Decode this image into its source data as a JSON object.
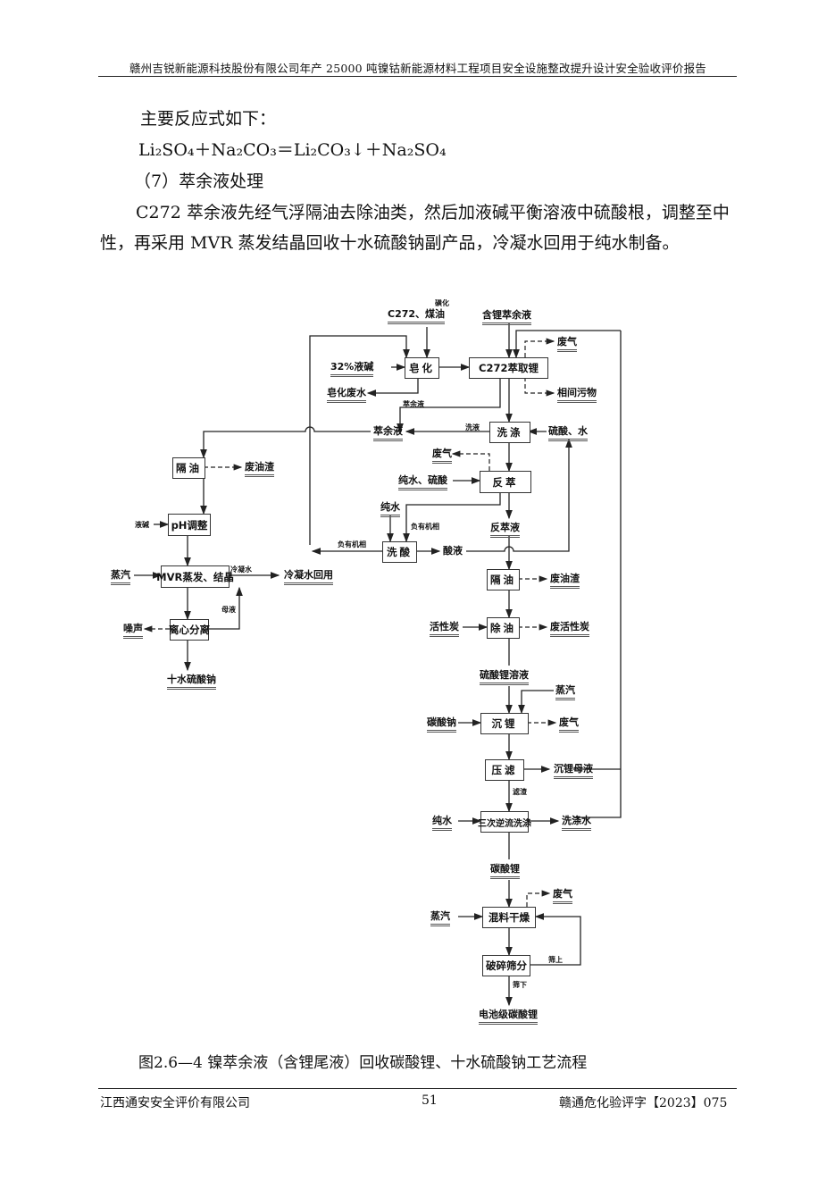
{
  "header": "赣州吉锐新能源科技股份有限公司年产 25000 吨镍钴新能源材料工程项目安全设施整改提升设计安全验收评价报告",
  "body": {
    "p1": "主要反应式如下：",
    "reaction": "Li₂SO₄＋Na₂CO₃＝Li₂CO₃↓＋Na₂SO₄",
    "section": "（7）萃余液处理",
    "p2": "C272 萃余液先经气浮隔油去除油类，然后加液碱平衡溶液中硫酸根，调整至中性，再采用 MVR 蒸发结晶回收十水硫酸钠副产品，冷凝水回用于纯水制备。"
  },
  "diagram": {
    "inputs": {
      "sulfonated": "磺化",
      "c272_kerosene": "C272、煤油",
      "li_raffinate": "含锂萃余液",
      "naoh32": "32%液碱",
      "acid_water": "硫酸、水",
      "water_acid": "纯水、硫酸",
      "pure_water1": "纯水",
      "naoh": "液碱",
      "steam1": "蒸汽",
      "carbon": "活性炭",
      "steam2": "蒸汽",
      "na2co3": "碳酸钠",
      "pure_water2": "纯水",
      "steam3": "蒸汽"
    },
    "boxes": {
      "saponify": "皂化",
      "extract": "C272萃取锂",
      "wash": "洗涤",
      "strip": "反萃",
      "acid_wash": "洗酸",
      "oil_sep_l": "隔油",
      "ph": "pH调整",
      "mvr": "MVR蒸发、结晶",
      "centrifuge": "离心分离",
      "oil_sep_r": "隔油",
      "deoil": "除油",
      "precip": "沉锂",
      "filter": "压滤",
      "countercurrent": "三次逆流洗涤",
      "dry": "混料干燥",
      "crush": "破碎筛分"
    },
    "outputs": {
      "gas1": "废气",
      "interphase": "相间污物",
      "sap_water": "皂化废水",
      "raffinate_s": "萃余液",
      "raffinate": "萃余液",
      "wash_s": "洗液",
      "gas2": "废气",
      "loaded_org1": "负有机相",
      "loaded_org2": "负有机相",
      "strip_liq": "反萃液",
      "acid_liq": "酸液",
      "waste_oil_l": "废油渣",
      "condensate_s": "冷凝水",
      "condensate": "冷凝水回用",
      "mother_s": "母液",
      "noise": "噪声",
      "glauber": "十水硫酸钠",
      "waste_oil_r": "废油渣",
      "waste_carbon": "废活性炭",
      "li2so4": "硫酸锂溶液",
      "gas3": "废气",
      "mother_liq": "沉锂母液",
      "residue": "滤渣",
      "wash_water": "洗涤水",
      "li2co3": "碳酸锂",
      "gas4": "废气",
      "oversize": "筛上",
      "undersize": "筛下",
      "battery": "电池级碳酸锂"
    }
  },
  "caption": "图2.6—4 镍萃余液（含锂尾液）回收碳酸锂、十水硫酸钠工艺流程",
  "footer": {
    "company": "江西通安安全评价有限公司",
    "page": "51",
    "doc_no": "赣通危化验评字【2023】075"
  }
}
